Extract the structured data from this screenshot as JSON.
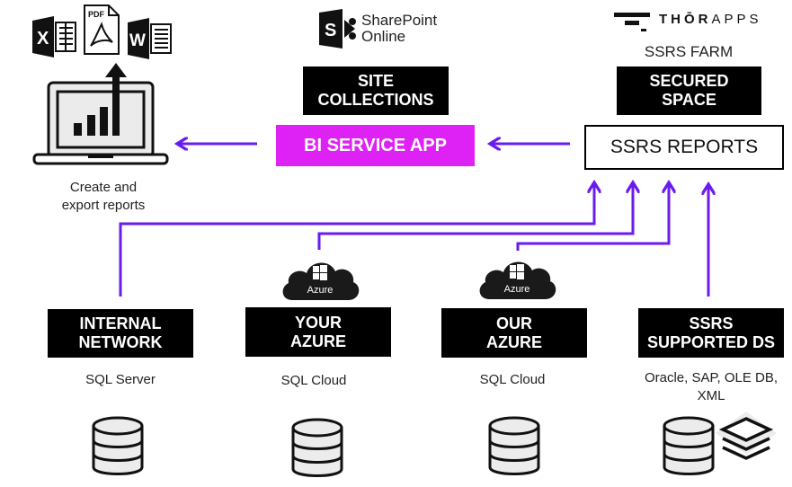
{
  "export": {
    "file_icons": [
      "excel-icon",
      "pdf-icon",
      "word-icon"
    ],
    "pdf_label": "PDF",
    "excel_letter": "X",
    "word_letter": "W",
    "caption_line1": "Create and",
    "caption_line2": "export reports"
  },
  "sharepoint": {
    "logo_letter": "S",
    "name_line1": "SharePoint",
    "name_line2": "Online",
    "site_collections_line1": "SITE",
    "site_collections_line2": "COLLECTIONS",
    "bi_service_app": "BI SERVICE APP"
  },
  "thorapps": {
    "brand_bold": "THŌR",
    "brand_light": "APPS",
    "farm_label": "SSRS FARM",
    "secured_line1": "SECURED",
    "secured_line2": "SPACE",
    "reports_label": "SSRS REPORTS"
  },
  "sources": [
    {
      "title_line1": "INTERNAL",
      "title_line2": "NETWORK",
      "subtitle": "SQL Server",
      "cloud": null
    },
    {
      "title_line1": "YOUR",
      "title_line2": "AZURE",
      "subtitle": "SQL Cloud",
      "cloud": "Azure"
    },
    {
      "title_line1": "OUR",
      "title_line2": "AZURE",
      "subtitle": "SQL Cloud",
      "cloud": "Azure"
    },
    {
      "title_line1": "SSRS",
      "title_line2": "SUPPORTED DS",
      "subtitle": "Oracle, SAP, OLE DB, XML",
      "cloud": null
    }
  ],
  "colors": {
    "accent_arrow": "#6a1bf0",
    "bi_service_app_bg": "#de22f5",
    "block_bg": "#000000"
  }
}
